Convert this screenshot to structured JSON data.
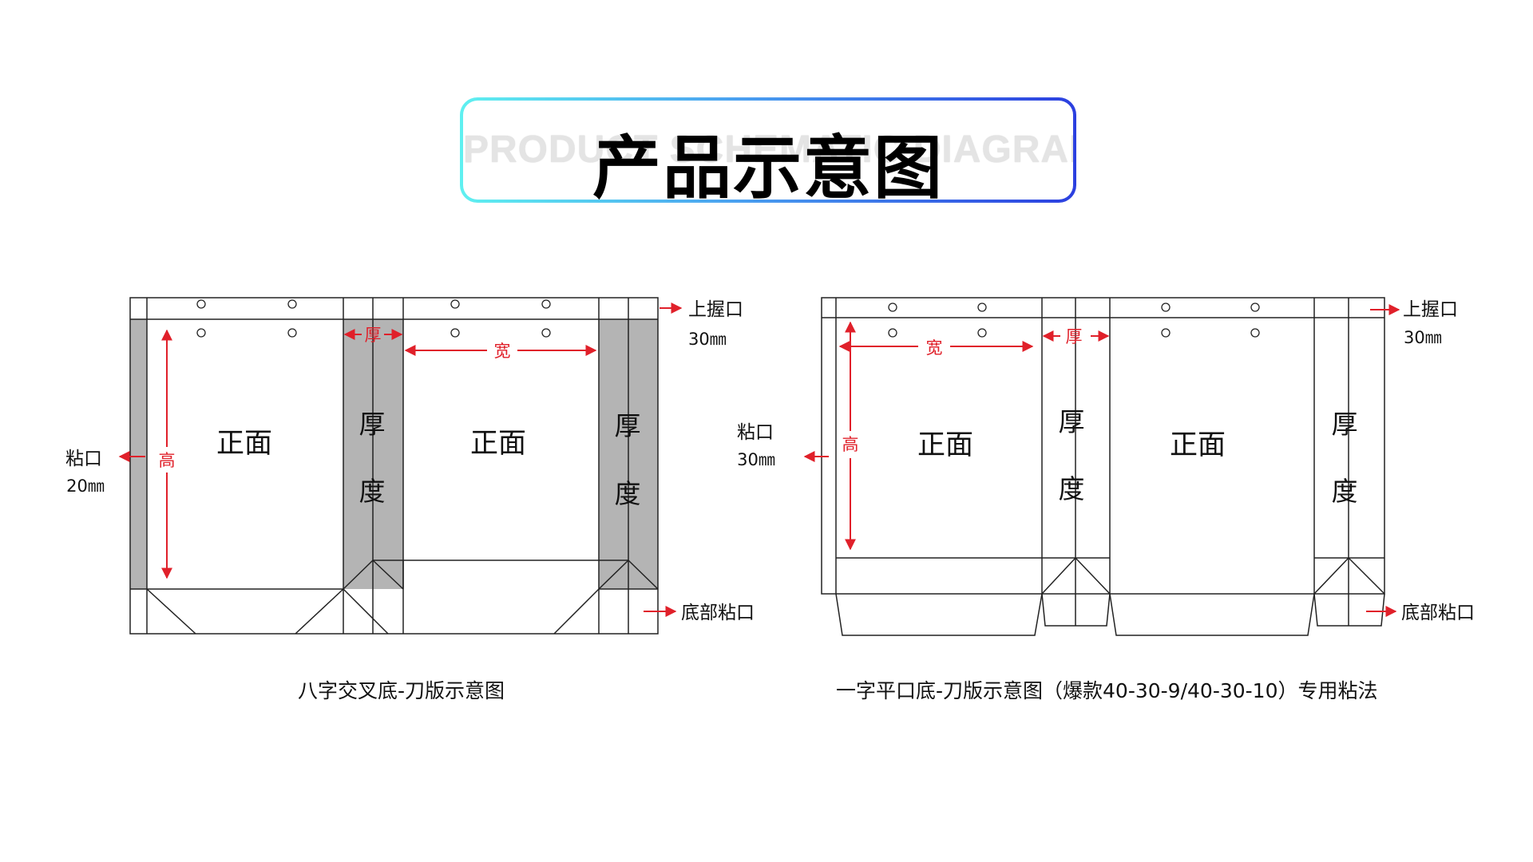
{
  "title": {
    "main": "产品示意图",
    "background": "PRODUCT SCHEMATIC DIAGRAM"
  },
  "colors": {
    "dimension_red": "#e0202a",
    "gusset_gray": "#b4b4b4",
    "line": "#222222"
  },
  "left_diagram": {
    "caption": "八字交叉底-刀版示意图",
    "labels": {
      "front_1": "正面",
      "front_2": "正面",
      "gusset_1_top": "厚",
      "gusset_1_bottom": "度",
      "gusset_2_top": "厚",
      "gusset_2_bottom": "度",
      "height": "高",
      "thickness": "厚",
      "width": "宽",
      "glue_flap": "粘口",
      "glue_flap_size": "20㎜",
      "top_fold": "上握口",
      "top_fold_size": "30㎜",
      "bottom_glue": "底部粘口"
    }
  },
  "right_diagram": {
    "caption": "一字平口底-刀版示意图（爆款40-30-9/40-30-10）专用粘法",
    "labels": {
      "front_1": "正面",
      "front_2": "正面",
      "gusset_1_top": "厚",
      "gusset_1_bottom": "度",
      "gusset_2_top": "厚",
      "gusset_2_bottom": "度",
      "height": "高",
      "thickness": "厚",
      "width": "宽",
      "glue_flap": "粘口",
      "glue_flap_size": "30㎜",
      "top_fold": "上握口",
      "top_fold_size": "30㎜",
      "bottom_glue": "底部粘口"
    }
  }
}
